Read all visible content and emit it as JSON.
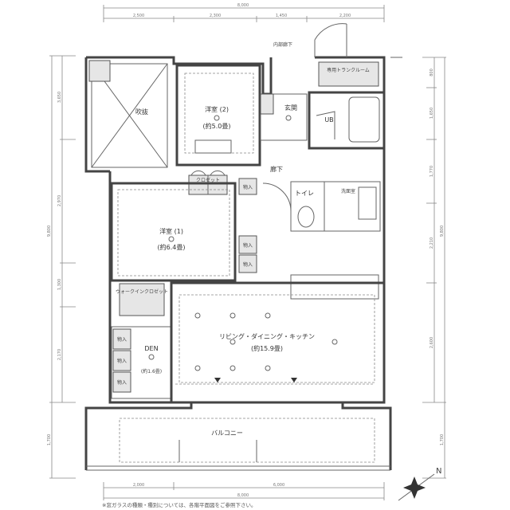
{
  "dimensions": {
    "top_total": "8,000",
    "top_segments": [
      "2,500",
      "2,300",
      "1,450",
      "2,200"
    ],
    "bottom_segments": [
      "2,000",
      "6,000"
    ],
    "bottom_total": "8,000",
    "left_total": "9,800",
    "left_segments": [
      "3,650",
      "2,970",
      "1,300",
      "2,170"
    ],
    "left_balcony": "1,700",
    "right_segments": [
      "800",
      "1,650",
      "1,770",
      "2,210",
      "2,600"
    ],
    "right_total": "9,800",
    "right_balcony": "1,700"
  },
  "rooms": {
    "corridor_outside": "内部廊下",
    "void": "吹抜",
    "bedroom2": {
      "name": "洋室 (2)",
      "size": "(約5.0畳)"
    },
    "entrance": "玄関",
    "trunk_room": "専用トランクルーム",
    "bath": "UB",
    "hallway": "廊下",
    "toilet": "トイレ",
    "washroom": "洗面室",
    "closet": "クロゼット",
    "storage": "物入",
    "bedroom1": {
      "name": "洋室 (1)",
      "size": "(約6.4畳)"
    },
    "walk_in_closet": "ウォークインクロゼット",
    "den": {
      "name": "DEN",
      "size": "(約1.6畳)"
    },
    "ldk": {
      "name": "リビング・ダイニング・キッチン",
      "size": "(約15.9畳)"
    },
    "balcony": "バルコニー"
  },
  "compass": {
    "label": "N",
    "icon": "north-arrow-icon"
  },
  "footnote": "※窓ガラスの種類・種別については、各階平面図をご参照下さい。"
}
